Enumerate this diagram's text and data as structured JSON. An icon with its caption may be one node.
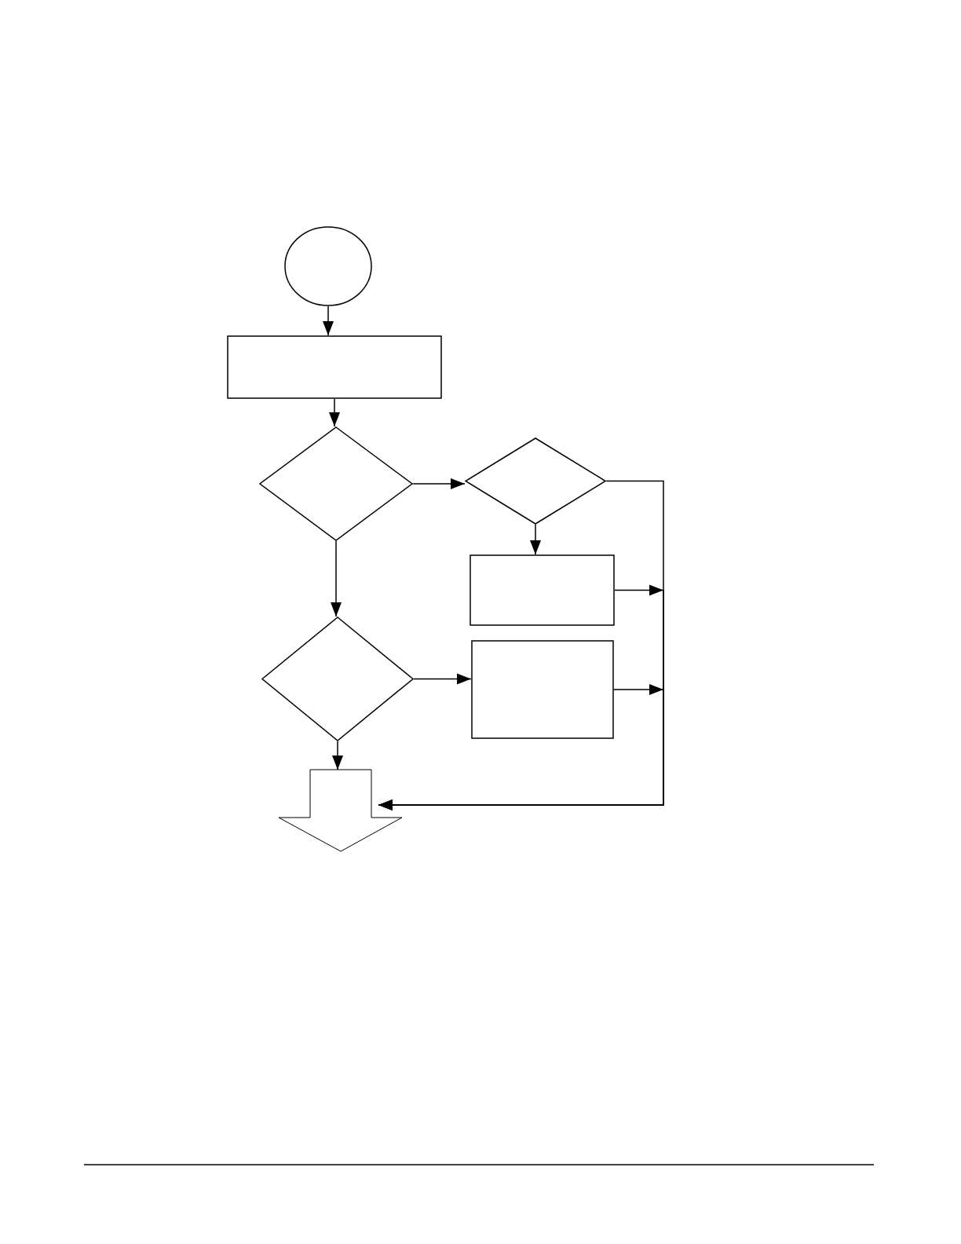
{
  "diagram": {
    "nodes": [
      {
        "text": [],
        "shape": "circle"
      },
      {
        "text": [],
        "shape": "box"
      },
      {
        "text": [],
        "shape": "diamond"
      },
      {
        "text": [],
        "shape": "diamond"
      },
      {
        "text": [],
        "shape": "box"
      },
      {
        "text": [],
        "shape": "diamond"
      },
      {
        "text": [],
        "shape": "box"
      },
      {
        "text": [],
        "shape": "arrow"
      }
    ],
    "edges": [
      {
        "from": 0,
        "to": 1,
        "arrow": "to"
      },
      {
        "from": 1,
        "to": 2,
        "arrow": "to"
      },
      {
        "from": 2,
        "to": 3,
        "arrow": "to"
      },
      {
        "from": 3,
        "to": 4,
        "arrow": "to"
      },
      {
        "from": 2,
        "to": 5,
        "arrow": "to"
      },
      {
        "from": 5,
        "to": 6,
        "arrow": "to"
      },
      {
        "from": 5,
        "to": 7,
        "arrow": "to"
      },
      {
        "from": 3,
        "to": 7,
        "arrow": "to"
      },
      {
        "from": 4,
        "to": 7,
        "arrow": "to"
      },
      {
        "from": 6,
        "to": 7,
        "arrow": "to"
      }
    ]
  }
}
